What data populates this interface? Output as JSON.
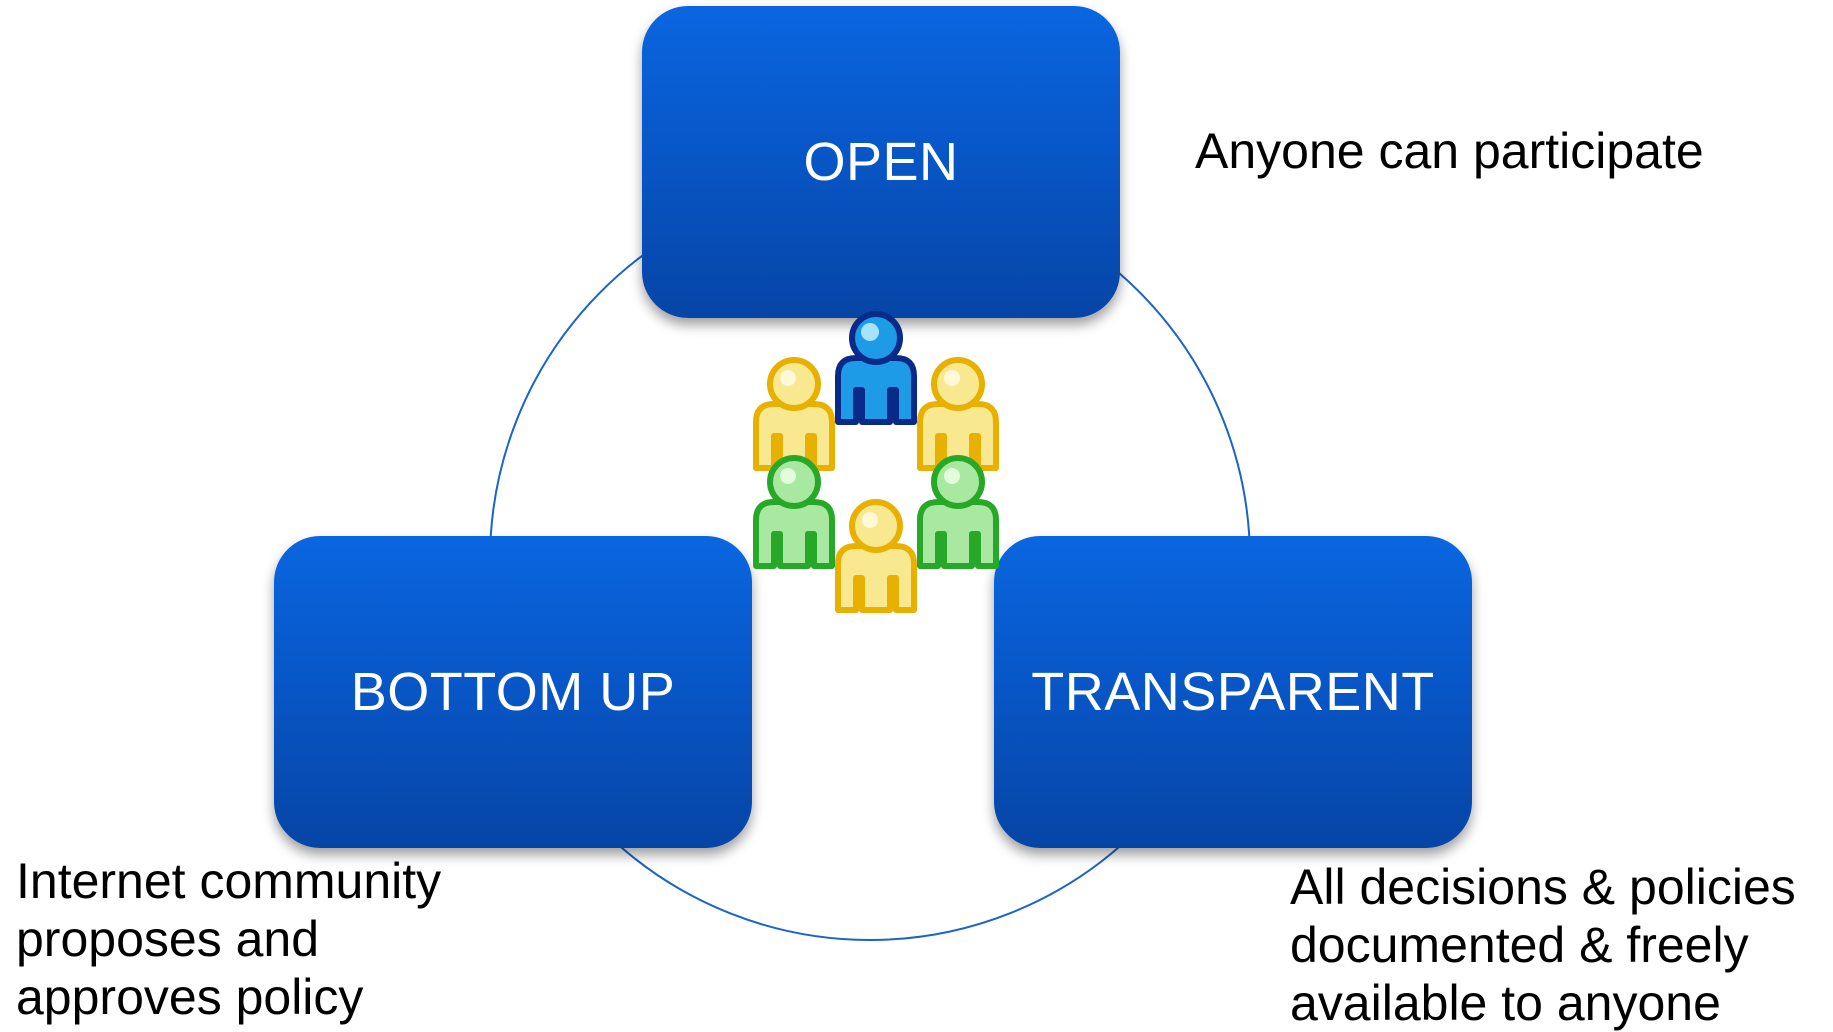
{
  "nodes": {
    "open": "OPEN",
    "bottom_up": "BOTTOM UP",
    "transparent": "TRANSPARENT"
  },
  "captions": {
    "open": "Anyone can participate",
    "bottom_up": [
      "Internet community",
      "proposes and",
      "approves policy"
    ],
    "transparent": [
      "All decisions & policies",
      "documented & freely",
      "available to anyone"
    ]
  },
  "colors": {
    "box_blue": "#0857c8",
    "cycle_line": "#1a64c8",
    "person_blue": "#1e9be6",
    "person_yellow": "#f8e890",
    "person_green": "#a8e8a0"
  },
  "icons": {
    "center": "people-group-icon"
  }
}
